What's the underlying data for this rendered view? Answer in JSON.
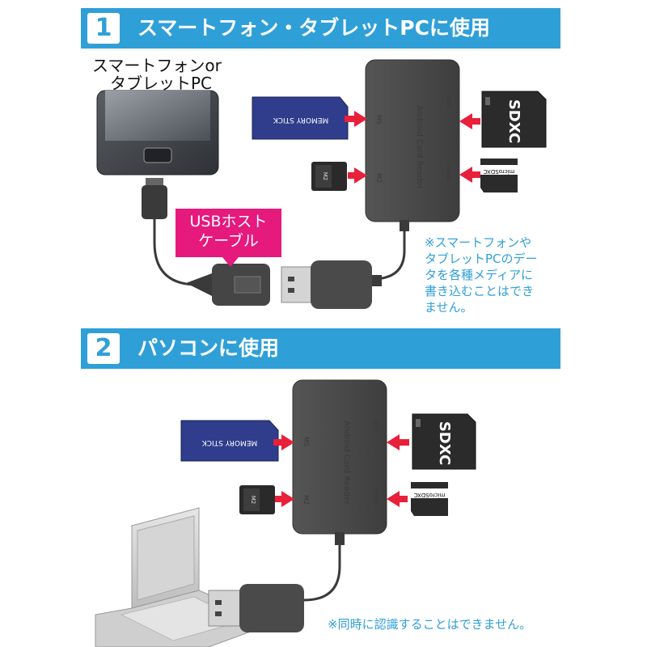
{
  "section1": {
    "number": "1",
    "title": "スマートフォン・タブレットPCに使用",
    "phone_label_line1": "スマートフォンor",
    "phone_label_line2": "タブレットPC",
    "cable_label_line1": "USBホスト",
    "cable_label_line2": "ケーブル",
    "note_lines": [
      "※スマートフォンや",
      "タブレットPCのデー",
      "タを各種メディアに",
      "書き込むことはでき",
      "ません。"
    ]
  },
  "section2": {
    "number": "2",
    "title": "パソコンに使用",
    "note": "※同時に認識することはできません。"
  },
  "device": {
    "name": "Android Card Reader"
  },
  "cards": {
    "memory_stick": "MEMORY STICK",
    "m2": "M2",
    "sdxc": "SDXC",
    "microsdxc": "microSDXC"
  },
  "colors": {
    "banner": "#2f9fd8",
    "arrow": "#e8203a",
    "cable_label": "#e6197d",
    "note": "#2f9fd8",
    "reader_body": "#4a4a4a"
  }
}
